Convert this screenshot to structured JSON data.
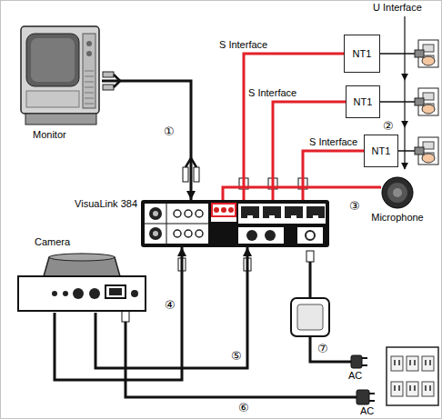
{
  "diagram": {
    "nodes": [
      {
        "text": [
          "Monitor"
        ]
      },
      {
        "text": [
          "VisuaLink 384"
        ]
      },
      {
        "text": [
          "NT1"
        ]
      },
      {
        "text": [
          "NT1"
        ]
      },
      {
        "text": [
          "NT1"
        ]
      },
      {
        "text": [
          "Microphone"
        ]
      },
      {
        "text": [
          "Camera"
        ]
      }
    ],
    "edges": [
      {
        "from": 0,
        "to": 1,
        "arrow": "to"
      },
      {
        "from": 1,
        "to": 2,
        "label": "S Interface",
        "arrow": "none"
      },
      {
        "from": 1,
        "to": 3,
        "label": "S Interface",
        "arrow": "none"
      },
      {
        "from": 1,
        "to": 4,
        "label": "S Interface",
        "arrow": "none"
      },
      {
        "from": 5,
        "to": 1,
        "arrow": "none"
      },
      {
        "from": 6,
        "to": 1,
        "arrow": "to"
      },
      {
        "from": 6,
        "to": 1,
        "arrow": "to"
      }
    ],
    "labels": [
      "U Interface",
      "①",
      "②",
      "③",
      "④",
      "⑤",
      "⑥",
      "⑦",
      "AC",
      "AC"
    ]
  }
}
